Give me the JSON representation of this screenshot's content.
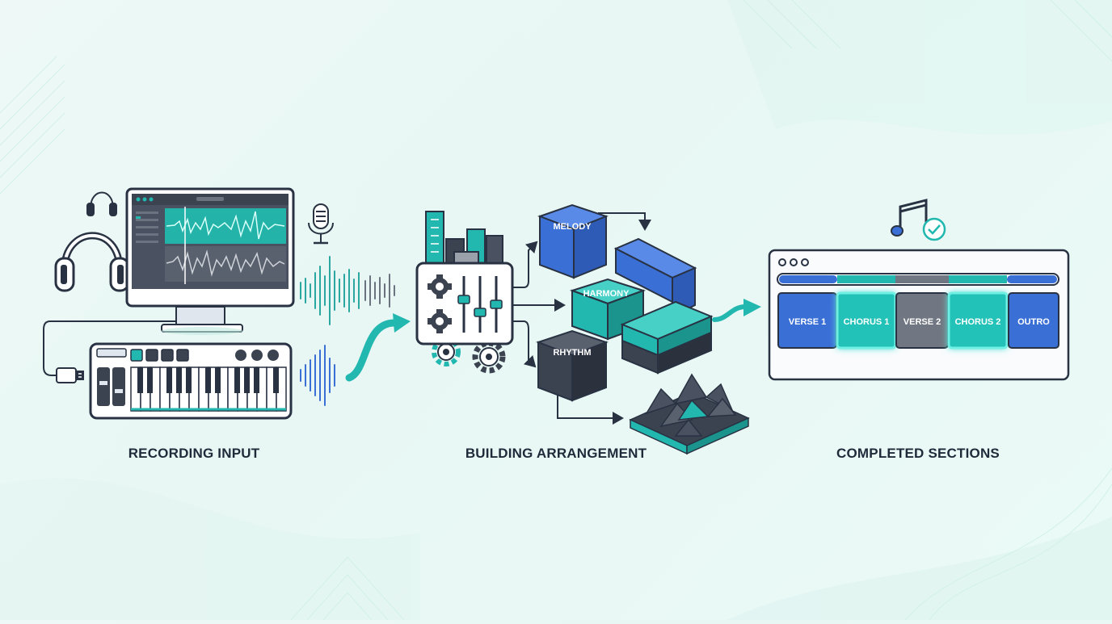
{
  "stages": [
    {
      "title": "RECORDING INPUT"
    },
    {
      "title": "BUILDING ARRANGEMENT"
    },
    {
      "title": "COMPLETED SECTIONS"
    }
  ],
  "arrangement": {
    "blocks": [
      "MELODY",
      "HARMONY",
      "RHYTHM"
    ]
  },
  "sections": [
    "VERSE 1",
    "CHORUS 1",
    "VERSE 2",
    "CHORUS 2",
    "OUTRO"
  ],
  "colors": {
    "teal": "#22b8b0",
    "blue": "#3a6fd6",
    "dark": "#3b4250",
    "outline": "#283242",
    "gray": "#717782",
    "text": "#1f2a3a"
  },
  "icons": [
    "headphones-icon",
    "small-headphones-icon",
    "microphone-icon",
    "monitor-icon",
    "midi-keyboard-icon",
    "usb-cable-icon",
    "sound-wave-icon",
    "mixer-icon",
    "gear-icon",
    "music-note-check-icon",
    "acoustic-panel-icon"
  ]
}
